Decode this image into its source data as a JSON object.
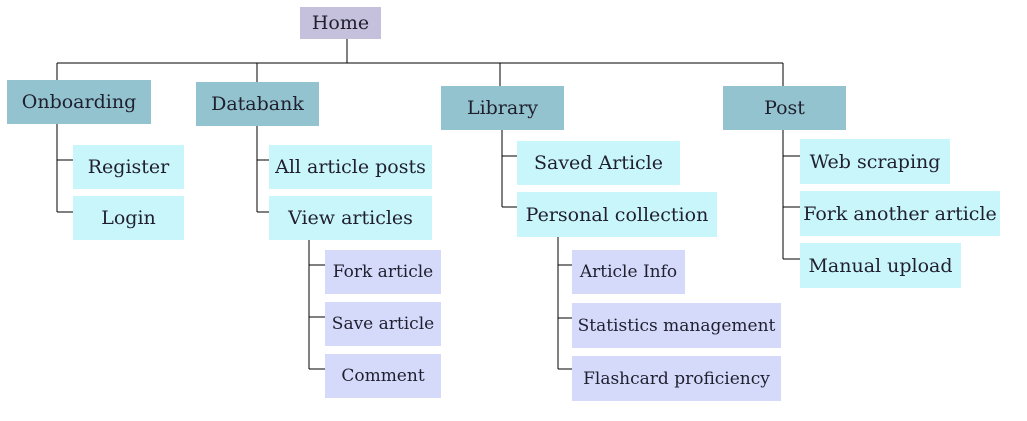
{
  "root": {
    "label": "Home"
  },
  "sections": [
    {
      "label": "Onboarding",
      "children": [
        {
          "label": "Register"
        },
        {
          "label": "Login"
        }
      ]
    },
    {
      "label": "Databank",
      "children": [
        {
          "label": "All article posts"
        },
        {
          "label": "View articles"
        }
      ],
      "view_articles_children": [
        {
          "label": "Fork article"
        },
        {
          "label": "Save article"
        },
        {
          "label": "Comment"
        }
      ]
    },
    {
      "label": "Library",
      "children": [
        {
          "label": "Saved Article"
        },
        {
          "label": "Personal collection"
        }
      ],
      "personal_collection_children": [
        {
          "label": "Article Info"
        },
        {
          "label": "Statistics management"
        },
        {
          "label": "Flashcard proficiency"
        }
      ]
    },
    {
      "label": "Post",
      "children": [
        {
          "label": "Web scraping"
        },
        {
          "label": "Fork another article"
        },
        {
          "label": "Manual upload"
        }
      ]
    }
  ],
  "colors": {
    "root": "#c5c1dc",
    "section": "#92c3cf",
    "child": "#c9f6fb",
    "leaf": "#d5dafb",
    "line": "#000000"
  }
}
